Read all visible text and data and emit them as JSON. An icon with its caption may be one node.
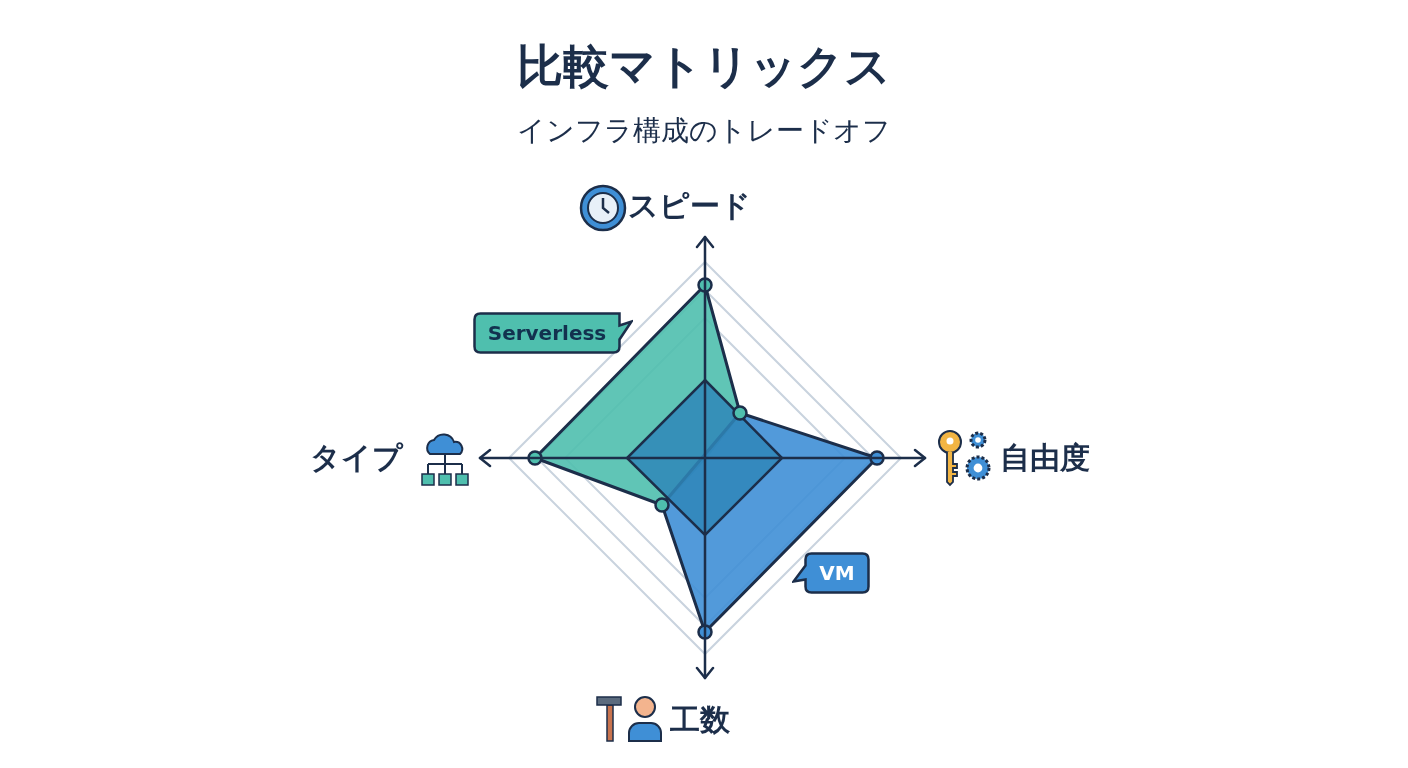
{
  "diagram": {
    "title": "比較マトリックス",
    "nodes": [
      {
        "text": [
          "Serverless"
        ]
      },
      {
        "text": [
          "VM"
        ]
      }
    ],
    "labels": [
      "インフラ構成のトレードオフ",
      "スピード",
      "タイプ",
      "自由度",
      "工数"
    ]
  }
}
